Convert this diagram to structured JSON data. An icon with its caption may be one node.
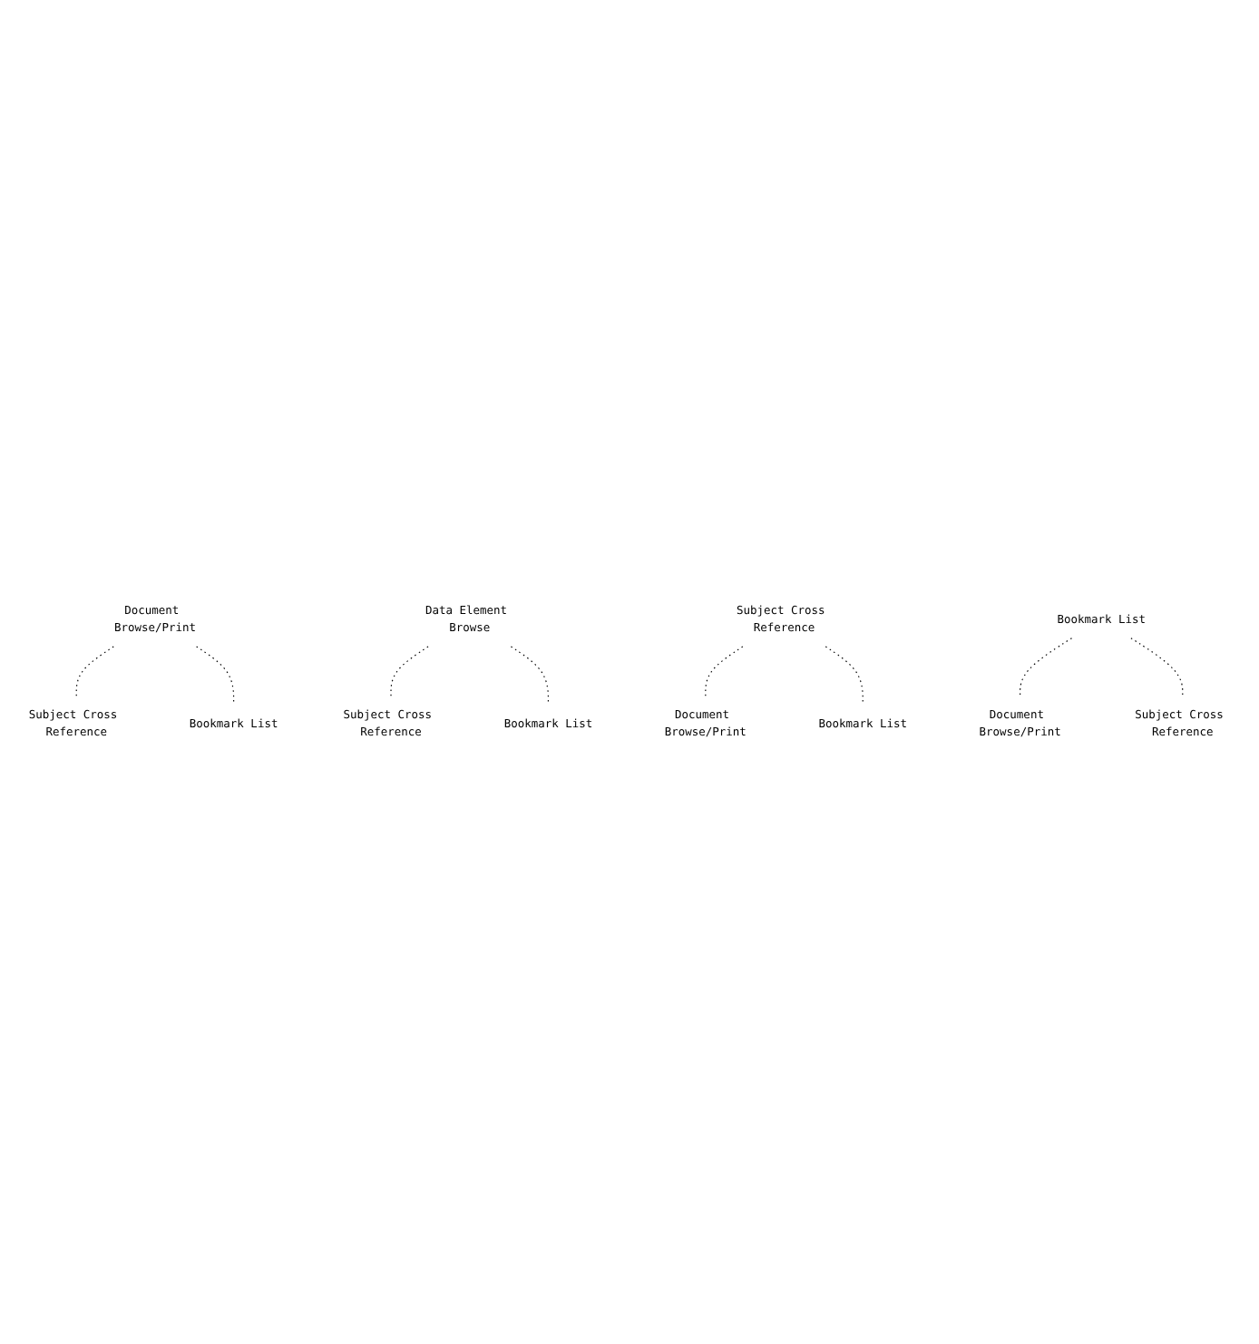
{
  "diagram": {
    "nodes": [
      {
        "text": [
          "Document Browse/Print"
        ]
      },
      {
        "text": [
          "Subject Cross Reference"
        ]
      },
      {
        "text": [
          "Bookmark List"
        ]
      },
      {
        "text": [
          "Data Element Browse"
        ]
      },
      {
        "text": [
          "Subject Cross Reference"
        ]
      },
      {
        "text": [
          "Bookmark List"
        ]
      },
      {
        "text": [
          "Subject Cross Reference"
        ]
      },
      {
        "text": [
          "Document Browse/Print"
        ]
      },
      {
        "text": [
          "Bookmark List"
        ]
      },
      {
        "text": [
          "Bookmark List"
        ]
      },
      {
        "text": [
          "Document Browse/Print"
        ]
      },
      {
        "text": [
          "Subject Cross Reference"
        ]
      }
    ],
    "edges": [
      {
        "from": 0,
        "to": 1,
        "arrow": "none",
        "style": "dashed"
      },
      {
        "from": 0,
        "to": 2,
        "arrow": "none",
        "style": "dashed"
      },
      {
        "from": 3,
        "to": 4,
        "arrow": "none",
        "style": "dashed"
      },
      {
        "from": 3,
        "to": 5,
        "arrow": "none",
        "style": "dashed"
      },
      {
        "from": 6,
        "to": 7,
        "arrow": "none",
        "style": "dashed"
      },
      {
        "from": 6,
        "to": 8,
        "arrow": "none",
        "style": "dashed"
      },
      {
        "from": 9,
        "to": 10,
        "arrow": "none",
        "style": "dashed"
      },
      {
        "from": 9,
        "to": 11,
        "arrow": "none",
        "style": "dashed"
      }
    ]
  }
}
